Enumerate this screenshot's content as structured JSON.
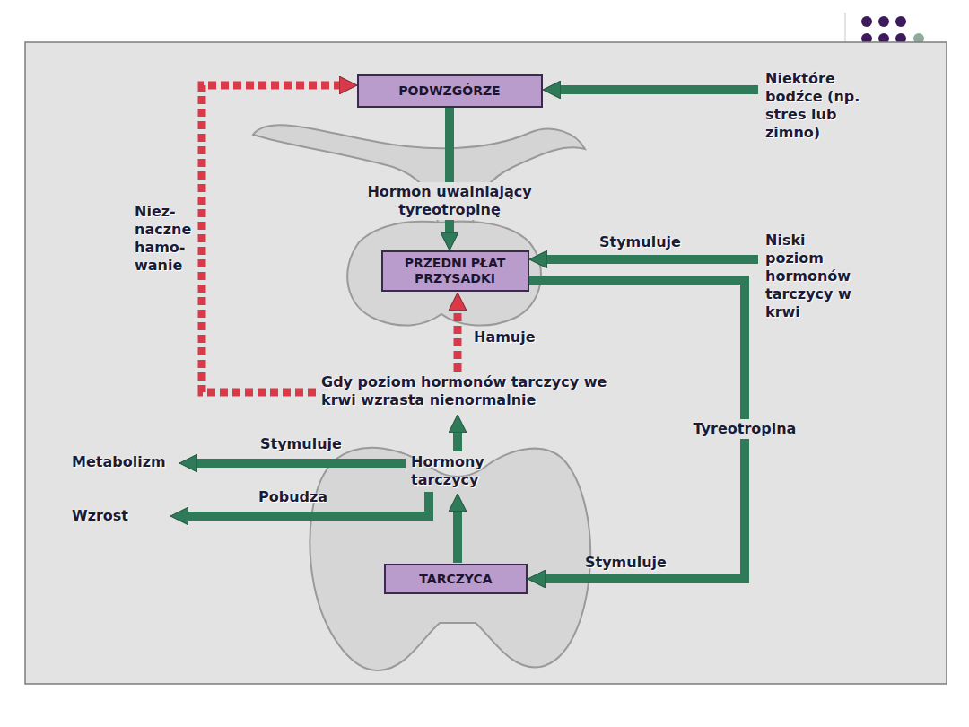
{
  "diagram": {
    "nodes": [
      {
        "text": [
          "PODWZGÓRZE"
        ]
      },
      {
        "text": [
          "PRZEDNI PŁAT PRZYSADKI"
        ]
      },
      {
        "text": [
          "TARCZYCA"
        ]
      }
    ],
    "edges": [
      {
        "from": 0,
        "to": 1,
        "arrow": "to",
        "label": "Hormon uwalniający tyreotropinę"
      },
      {
        "from": 1,
        "to": 2,
        "arrow": "to",
        "label": "Tyreotropina"
      }
    ],
    "labels": [
      "Niektóre bodźce (np. stres lub zimno)",
      "Stymuluje",
      "Niski poziom hormonów tarczycy w krwi",
      "Niez- naczne hamo- wanie",
      "Hamuje",
      "Gdy poziom hormonów tarczycy we krwi wzrasta nienormalnie",
      "Stymuluje",
      "Metabolizm",
      "Hormony tarczycy",
      "Pobudza",
      "Wzrost",
      "Stymuluje"
    ]
  }
}
